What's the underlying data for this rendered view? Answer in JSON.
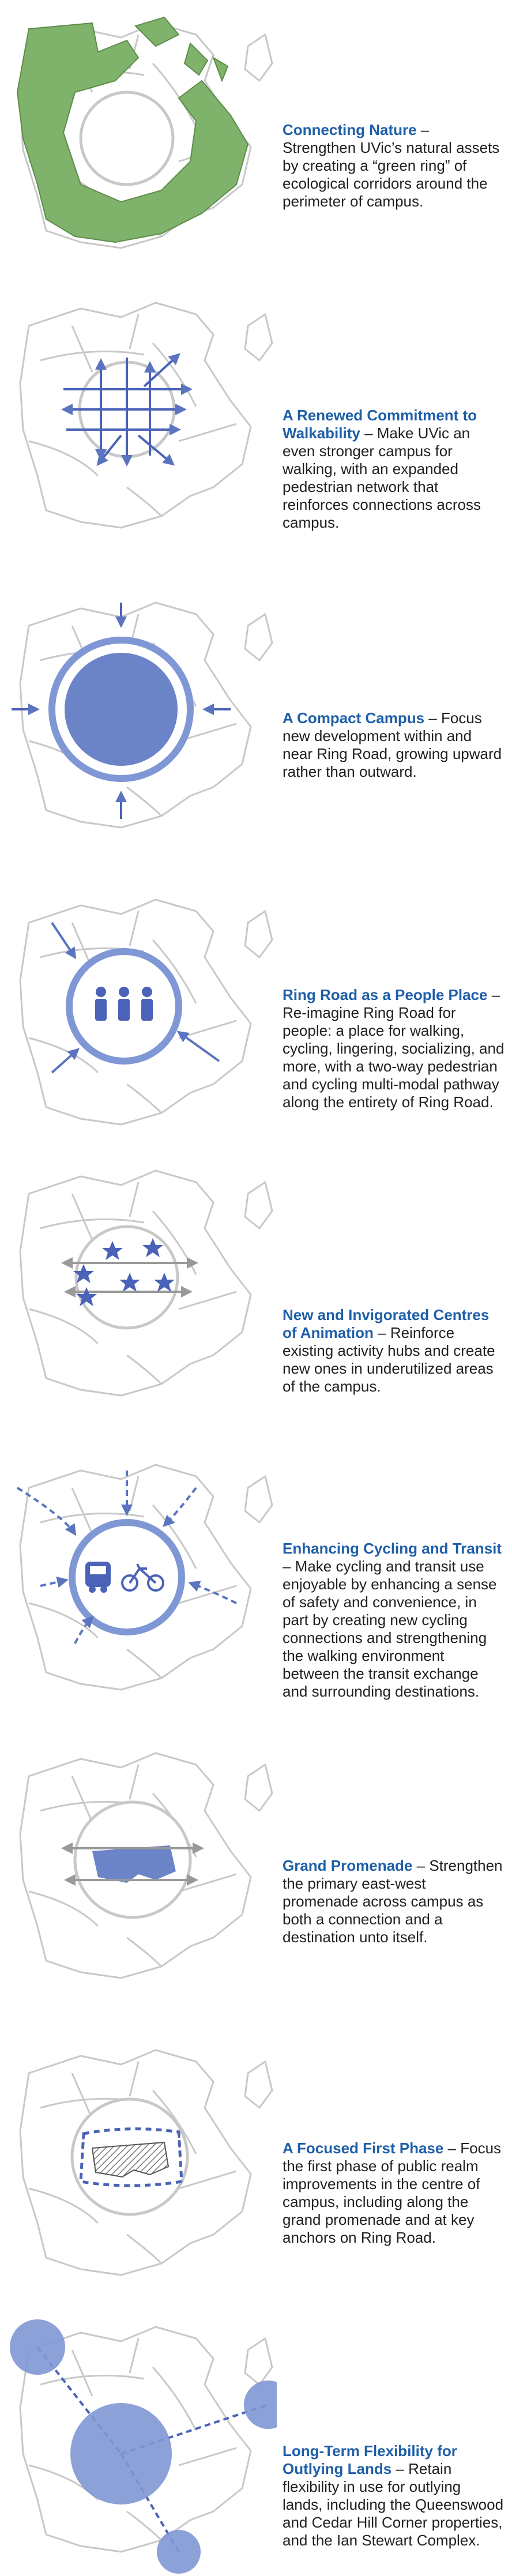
{
  "principles": [
    {
      "title": "Connecting Nature",
      "body": " – Strengthen UVic’s natural assets by creating a “green ring” of ecological corridors around the perimeter of campus."
    },
    {
      "title": "A Renewed Commitment to Walkability",
      "body": " – Make UVic an even stronger campus for walking, with an expanded pedestrian network that reinforces connections across campus."
    },
    {
      "title": "A Compact Campus",
      "body": " – Focus new development within and near Ring Road, growing upward rather than outward."
    },
    {
      "title": "Ring Road as a People Place",
      "body": " – Re-imagine Ring Road for people: a place for walking, cycling, lingering, socializing, and more, with a two-way pedestrian and cycling multi-modal pathway along the entirety of Ring Road."
    },
    {
      "title": "New and Invigorated Centres of Animation",
      "body": " – Reinforce existing activity hubs and create new ones in underutilized areas of the campus."
    },
    {
      "title": "Enhancing Cycling and Transit",
      "body": " – Make cycling and transit use enjoyable by enhancing a sense of safety and convenience, in part by creating new cycling connections and strengthening the walking environment between the transit exchange and surrounding destinations."
    },
    {
      "title": "Grand Promenade",
      "body": " – Strengthen the primary east-west promenade across campus as both a connection and a destination unto itself."
    },
    {
      "title": "A Focused First Phase",
      "body": " – Focus the first phase of public realm improvements in the centre of campus, including along the grand promenade and at key anchors on Ring Road."
    },
    {
      "title": "Long-Term Flexibility for Outlying Lands",
      "body": " – Retain flexibility in use for outlying lands, including the Queenswood and Cedar Hill Corner properties, and the Ian Stewart Complex."
    }
  ],
  "colors": {
    "accent": "#1f5fa8",
    "diagram_blue": "#6b84c8",
    "green": "#7fb26a",
    "outline": "#c8c8c8"
  },
  "icons": [
    "people-icon",
    "bus-icon",
    "bicycle-icon",
    "star-icon"
  ]
}
